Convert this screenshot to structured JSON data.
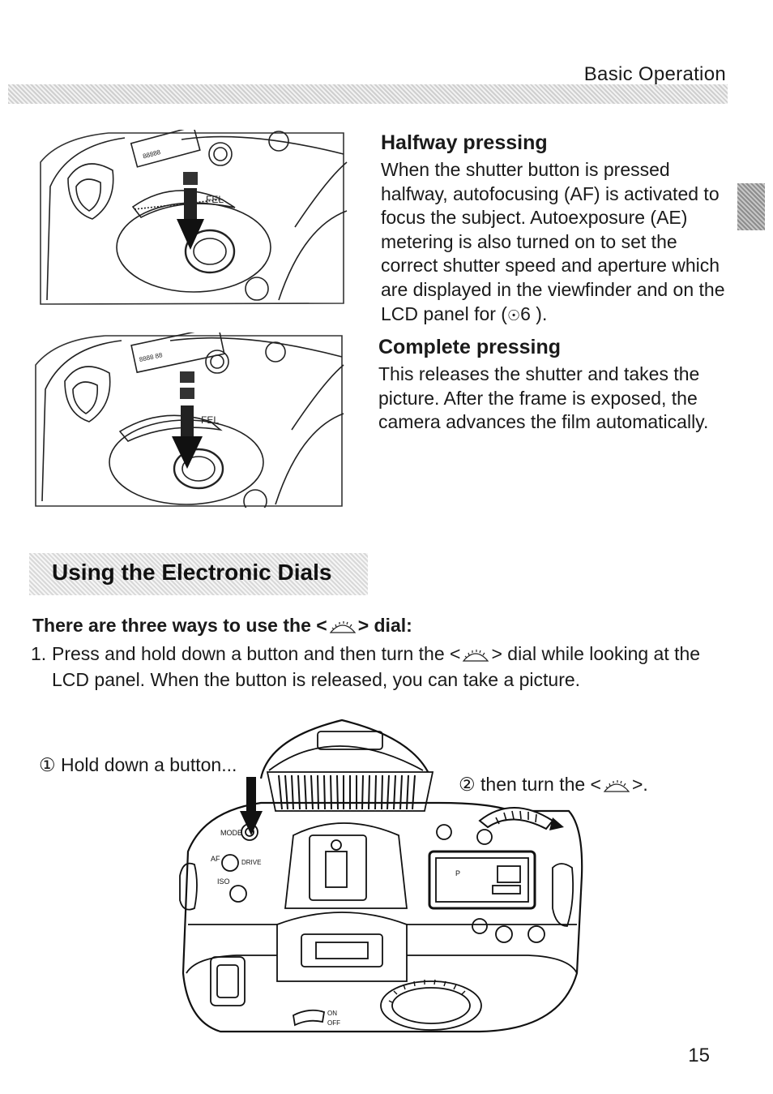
{
  "header": {
    "section": "Basic Operation"
  },
  "halfway": {
    "title": "Halfway pressing",
    "body": "When the shutter button is pressed halfway, autofocusing (AF) is activated to focus the subject. Autoexposure (AE) metering is also turned on to set the correct shutter speed and aperture which are displayed in the viewfinder and on the LCD panel for (",
    "ref_number": "6",
    "ref_close": ")."
  },
  "complete": {
    "title": "Complete pressing",
    "body": "This releases the shutter and takes the picture. After the frame is exposed, the camera advances the film automatically."
  },
  "section": {
    "title": "Using the Electronic Dials"
  },
  "intro": {
    "prefix": "There are three ways to use the <",
    "suffix": "> dial:"
  },
  "step1": {
    "number": "1.",
    "part1": "Press and hold down a button and then turn the <",
    "part2": "> dial while looking at the LCD panel. When the button is released, you can take a picture."
  },
  "callouts": {
    "one_marker": "①",
    "one_text": "Hold down a button...",
    "two_marker": "②",
    "two_text": "then turn the <",
    "two_end": ">."
  },
  "camera_labels": {
    "mode": "MODE",
    "af": "AF",
    "drive": "DRIVE",
    "iso": "ISO",
    "p": "P",
    "on": "ON",
    "off": "OFF",
    "fel": "FEL"
  },
  "page": {
    "number": "15"
  }
}
